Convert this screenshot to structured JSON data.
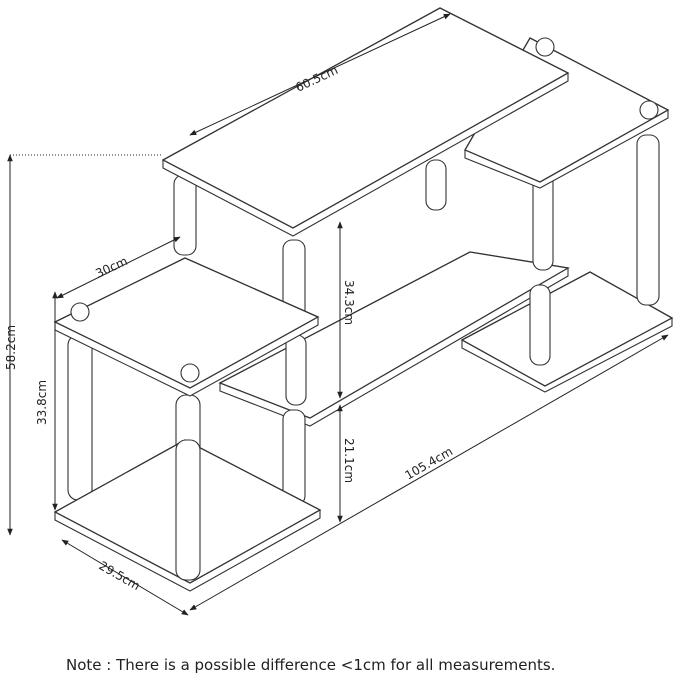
{
  "dimensions": {
    "top_shelf_length": "60.5cm",
    "left_shelf_width": "30cm",
    "total_height": "58.2cm",
    "left_section_height": "33.8cm",
    "upper_tier_height": "34.3cm",
    "lower_tier_height": "21.1cm",
    "total_length": "105.4cm",
    "depth": "29.5cm"
  },
  "note": "Note : There is a possible difference <1cm for all measurements."
}
